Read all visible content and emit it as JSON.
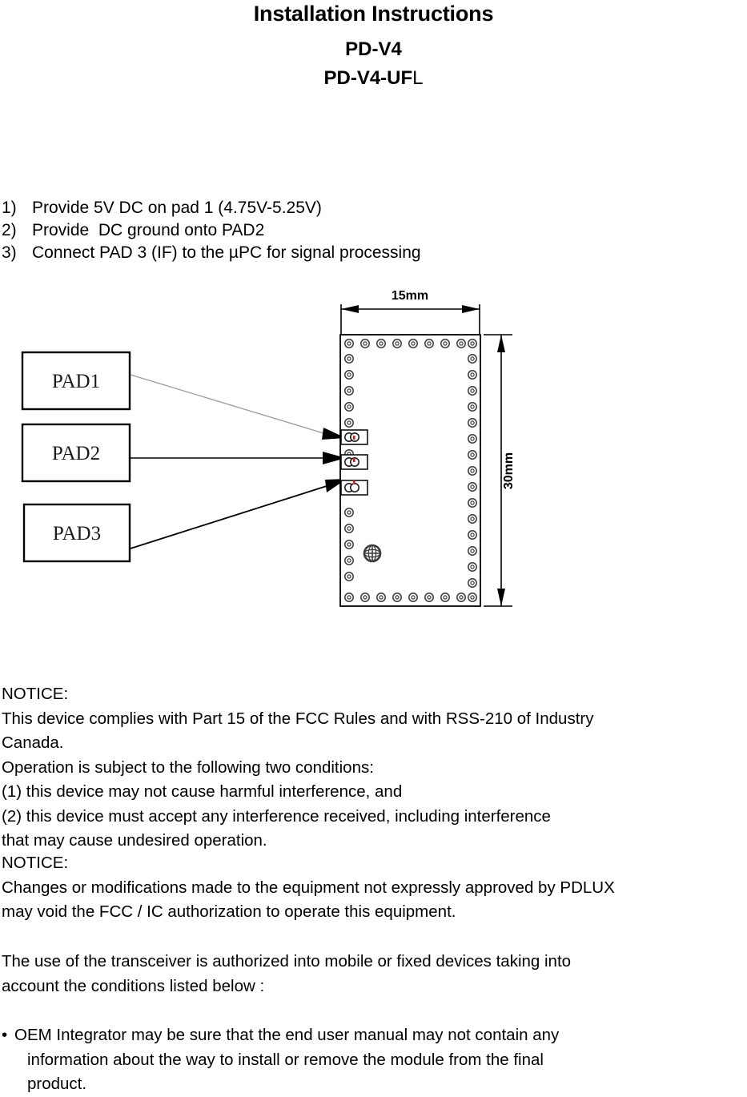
{
  "document": {
    "title_main": "Installation Instructions",
    "model_line_1": "PD-V4",
    "model_line_2_bold": "PD-V4-UF",
    "model_line_2_light": "L"
  },
  "steps": [
    {
      "num": "1)",
      "text": "Provide 5V DC on pad 1 (4.75V-5.25V)"
    },
    {
      "num": "2)",
      "text": "Provide  DC ground onto PAD2"
    },
    {
      "num": "3)",
      "text": "Connect PAD 3 (IF) to the µPC for signal processing"
    }
  ],
  "diagram": {
    "pad_boxes": [
      {
        "label": "PAD1"
      },
      {
        "label": "PAD2"
      },
      {
        "label": "PAD3"
      }
    ],
    "dimensions": {
      "width_label": "15mm",
      "height_label": "30mm"
    },
    "board": {
      "top_row_pads": 9,
      "bottom_row_pads": 9,
      "left_column_pads": 16,
      "right_column_pads": 16,
      "highlighted_pads": 3,
      "via_symbol": "ground-via"
    },
    "colors": {
      "outline": "#000000",
      "pad_ring": "#3b3b3b",
      "highlight_mark": "#e01b1b",
      "leader_light": "#9a9a9a"
    }
  },
  "notice_1": {
    "heading": "NOTICE:",
    "lines": [
      "This device complies with Part 15 of the FCC Rules and with RSS-210 of Industry",
      "Canada.",
      "Operation is subject to the following two conditions:",
      "(1) this device may not cause harmful interference, and",
      "(2) this device must accept any interference received, including interference",
      "that may cause undesired operation."
    ]
  },
  "notice_2": {
    "heading": "NOTICE:",
    "lines": [
      "Changes or modifications made to the equipment not expressly approved by PDLUX",
      "may void the FCC / IC authorization to operate this equipment."
    ]
  },
  "paragraph_3": {
    "lines": [
      "The use of the transceiver is authorized into mobile or fixed devices taking into",
      "account the conditions listed below :"
    ]
  },
  "bullets": [
    {
      "marker": "•",
      "lines": [
        "OEM Integrator may be sure that the end user manual may not contain any",
        "information about the way to install or remove the module from the final",
        "product."
      ]
    }
  ]
}
